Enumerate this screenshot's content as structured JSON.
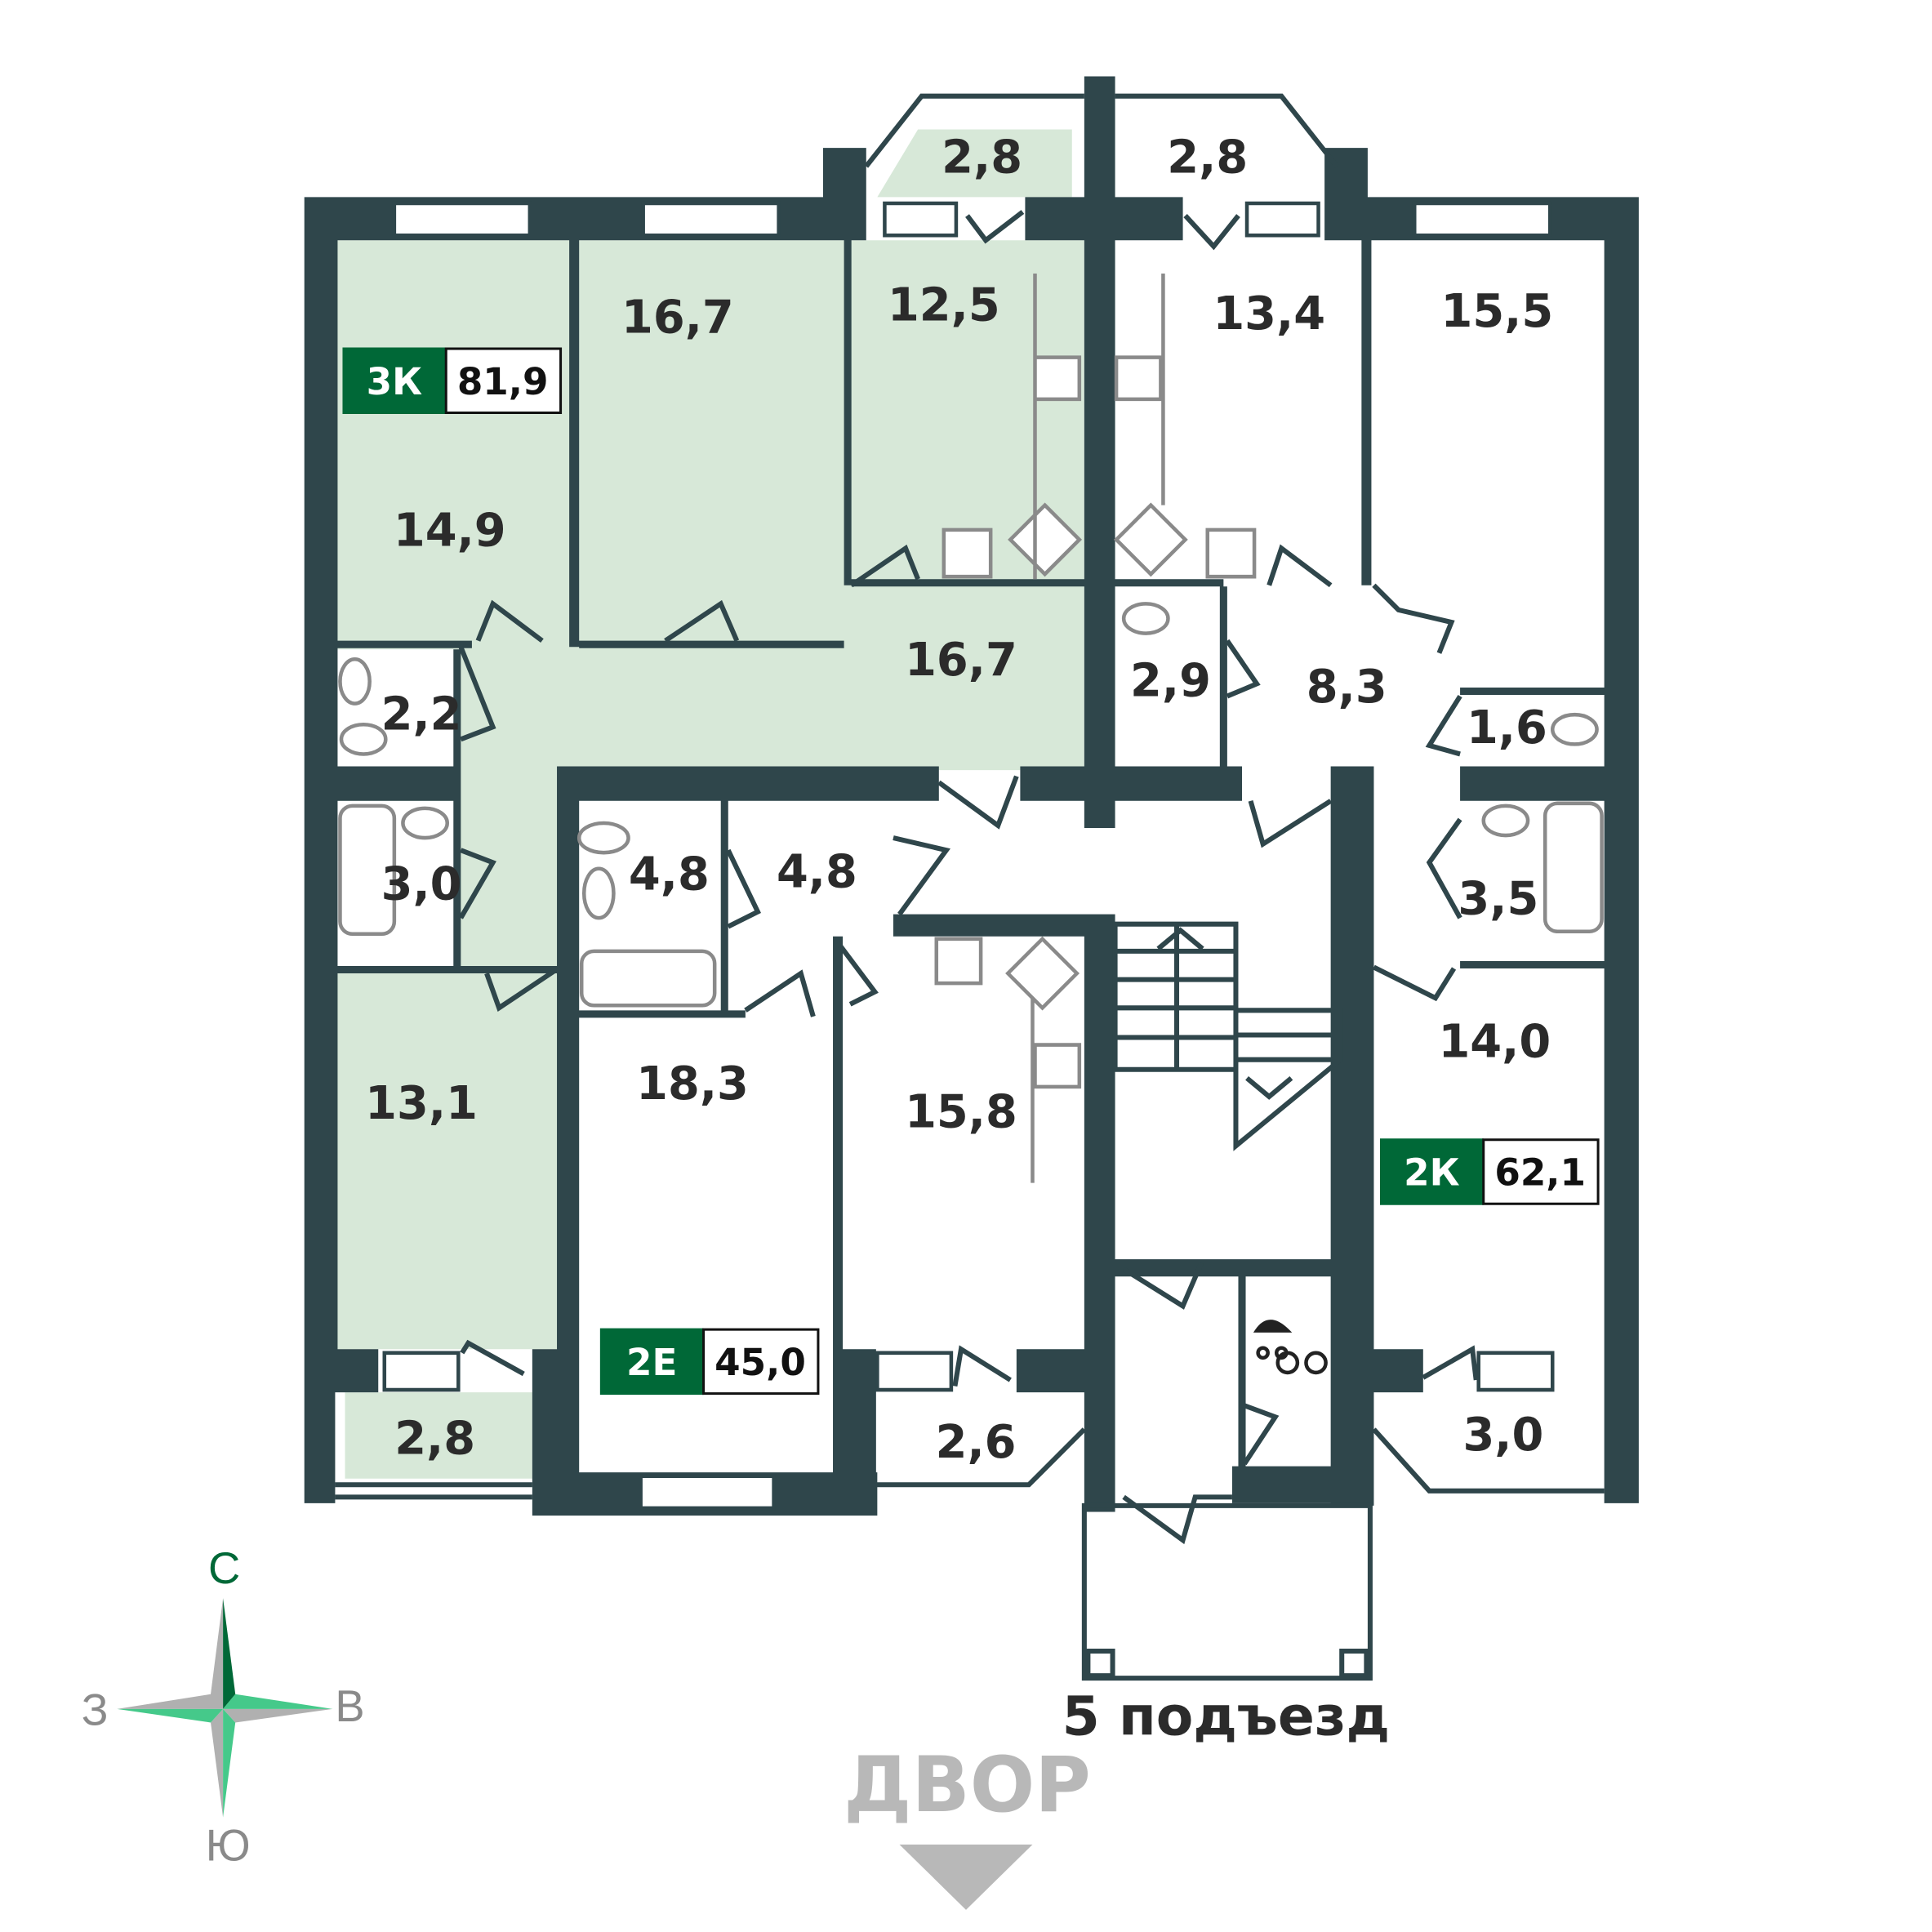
{
  "colors": {
    "wall": "#2f464b",
    "apartment_fill": "#d7e8d8",
    "badge": "#006837",
    "compass_north": "#006837",
    "compass_accent": "#45c98a",
    "compass_grey": "#b0b0b0"
  },
  "apartments": [
    {
      "type": "3К",
      "area": "81,9"
    },
    {
      "type": "2К",
      "area": "62,1"
    },
    {
      "type": "2Е",
      "area": "45,0"
    }
  ],
  "rooms": {
    "balcony_top_left": "2,8",
    "balcony_top_right": "2,8",
    "r16_7_top": "16,7",
    "r12_5": "12,5",
    "r13_4": "13,4",
    "r15_5": "15,5",
    "r14_9": "14,9",
    "r16_7_hall": "16,7",
    "r2_2": "2,2",
    "r3_0": "3,0",
    "r2_9": "2,9",
    "r8_3": "8,3",
    "r1_6": "1,6",
    "r3_5": "3,5",
    "r4_8_bath": "4,8",
    "r4_8_hall": "4,8",
    "r13_1": "13,1",
    "r18_3": "18,3",
    "r15_8": "15,8",
    "r14_0": "14,0",
    "balcony_bl": "2,8",
    "balcony_bm": "2,6",
    "balcony_br": "3,0"
  },
  "entrance_label": "5 подъезд",
  "courtyard_label": "ДВОР",
  "compass": {
    "north": "С",
    "south": "Ю",
    "west": "З",
    "east": "В"
  }
}
